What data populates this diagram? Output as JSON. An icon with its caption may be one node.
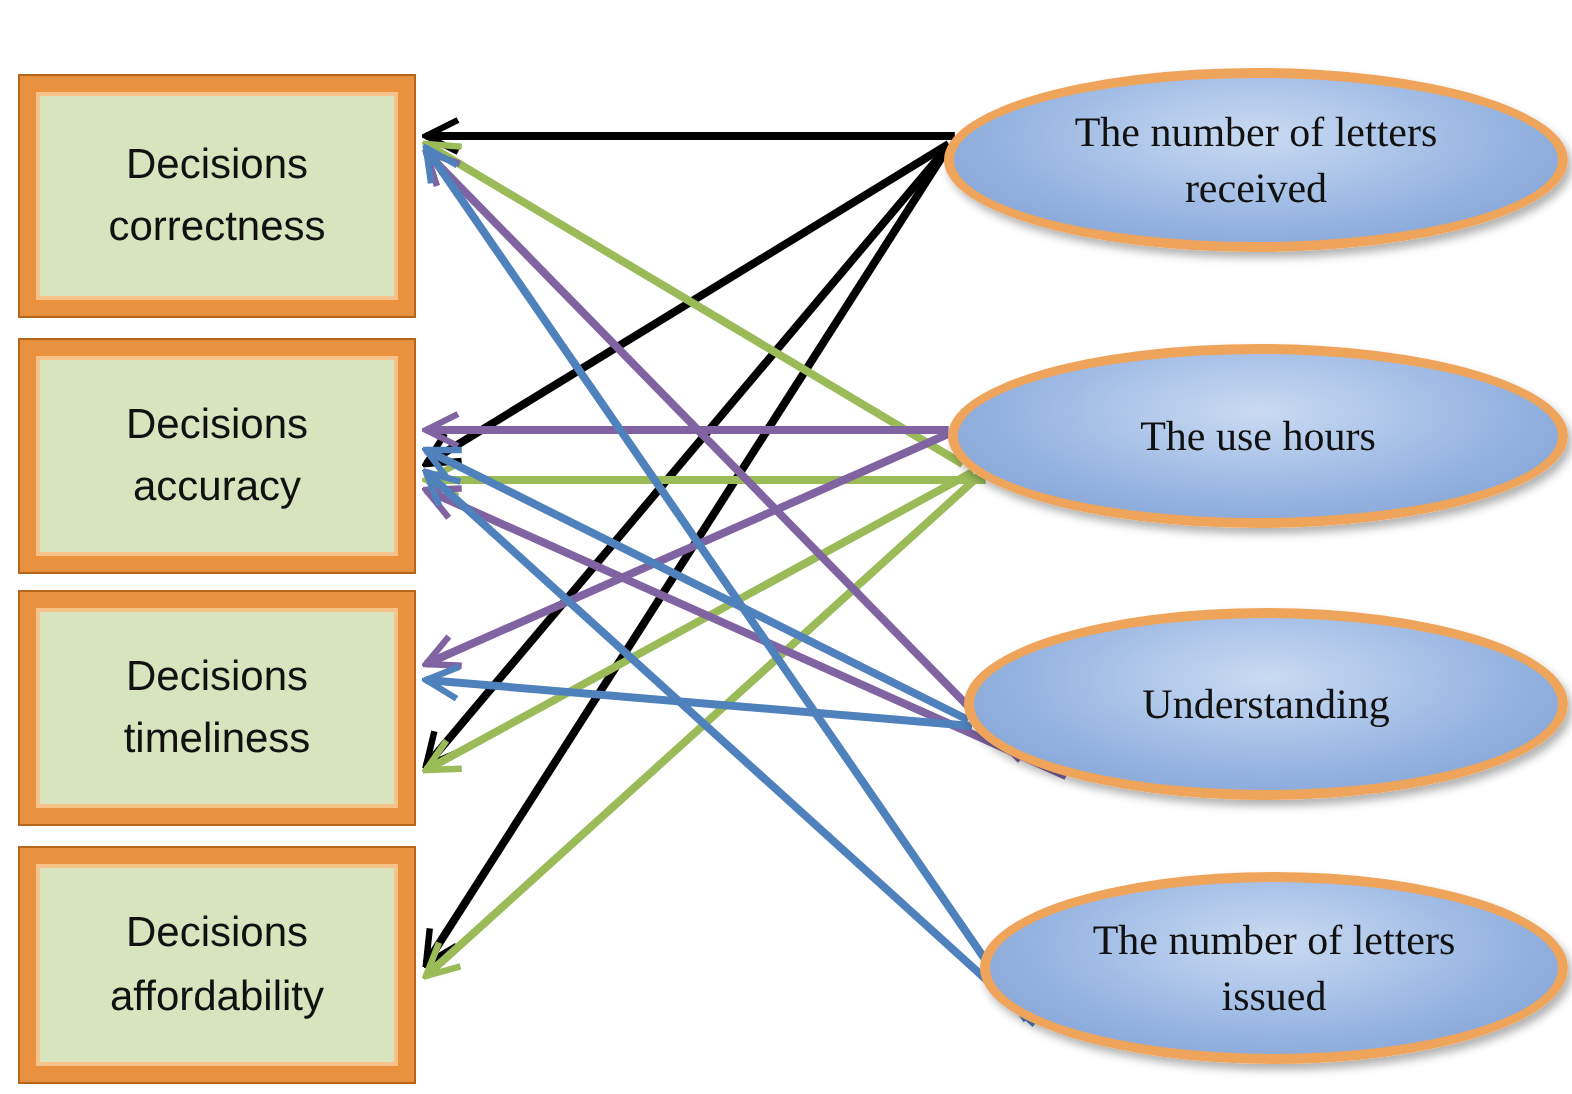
{
  "diagram": {
    "nodes": [
      {
        "text": [
          "Decisions correctness"
        ]
      },
      {
        "text": [
          "Decisions accuracy"
        ]
      },
      {
        "text": [
          "Decisions timeliness"
        ]
      },
      {
        "text": [
          "Decisions affordability"
        ]
      },
      {
        "text": [
          "The number of letters received"
        ]
      },
      {
        "text": [
          "The use hours"
        ]
      },
      {
        "text": [
          "Understanding"
        ]
      },
      {
        "text": [
          "The number of letters issued"
        ]
      }
    ],
    "edges": [
      {
        "from": 4,
        "to": 0,
        "arrow": "to",
        "color": "#000000"
      },
      {
        "from": 4,
        "to": 1,
        "arrow": "to",
        "color": "#000000"
      },
      {
        "from": 4,
        "to": 2,
        "arrow": "to",
        "color": "#000000"
      },
      {
        "from": 4,
        "to": 3,
        "arrow": "to",
        "color": "#000000"
      },
      {
        "from": 5,
        "to": 0,
        "arrow": "to",
        "color": "#9bbb59"
      },
      {
        "from": 5,
        "to": 1,
        "arrow": "to",
        "color": "#9bbb59"
      },
      {
        "from": 5,
        "to": 2,
        "arrow": "to",
        "color": "#9bbb59"
      },
      {
        "from": 5,
        "to": 3,
        "arrow": "to",
        "color": "#9bbb59"
      },
      {
        "from": 5,
        "to": 1,
        "arrow": "to",
        "color": "#8064a2"
      },
      {
        "from": 5,
        "to": 2,
        "arrow": "to",
        "color": "#8064a2"
      },
      {
        "from": 6,
        "to": 0,
        "arrow": "to",
        "color": "#8064a2"
      },
      {
        "from": 6,
        "to": 1,
        "arrow": "to",
        "color": "#8064a2"
      },
      {
        "from": 6,
        "to": 2,
        "arrow": "to",
        "color": "#4f81bd"
      },
      {
        "from": 6,
        "to": 1,
        "arrow": "to",
        "color": "#4f81bd"
      },
      {
        "from": 7,
        "to": 0,
        "arrow": "to",
        "color": "#4f81bd"
      },
      {
        "from": 7,
        "to": 1,
        "arrow": "to",
        "color": "#4f81bd"
      }
    ]
  }
}
